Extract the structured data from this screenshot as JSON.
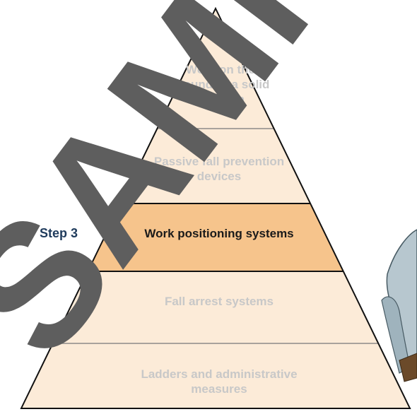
{
  "step_label": "Step 3",
  "levels": [
    {
      "text": "Work on the ground or a solid platform",
      "active": false
    },
    {
      "text": "Passive fall prevention devices",
      "active": false
    },
    {
      "text": "Work positioning systems",
      "active": true
    },
    {
      "text": "Fall arrest systems",
      "active": false
    },
    {
      "text": "Ladders and administrative measures",
      "active": false
    }
  ],
  "watermark": "SAMPLE",
  "colors": {
    "tier_fill": "#fcebd8",
    "active_fill": "#f6c48c",
    "outline": "#111111",
    "divider": "#777777",
    "faded_text": "#c8c8c8",
    "active_text": "#1a1a1a",
    "step_text": "#1f3b5c",
    "watermark": "#5e5e5e"
  }
}
